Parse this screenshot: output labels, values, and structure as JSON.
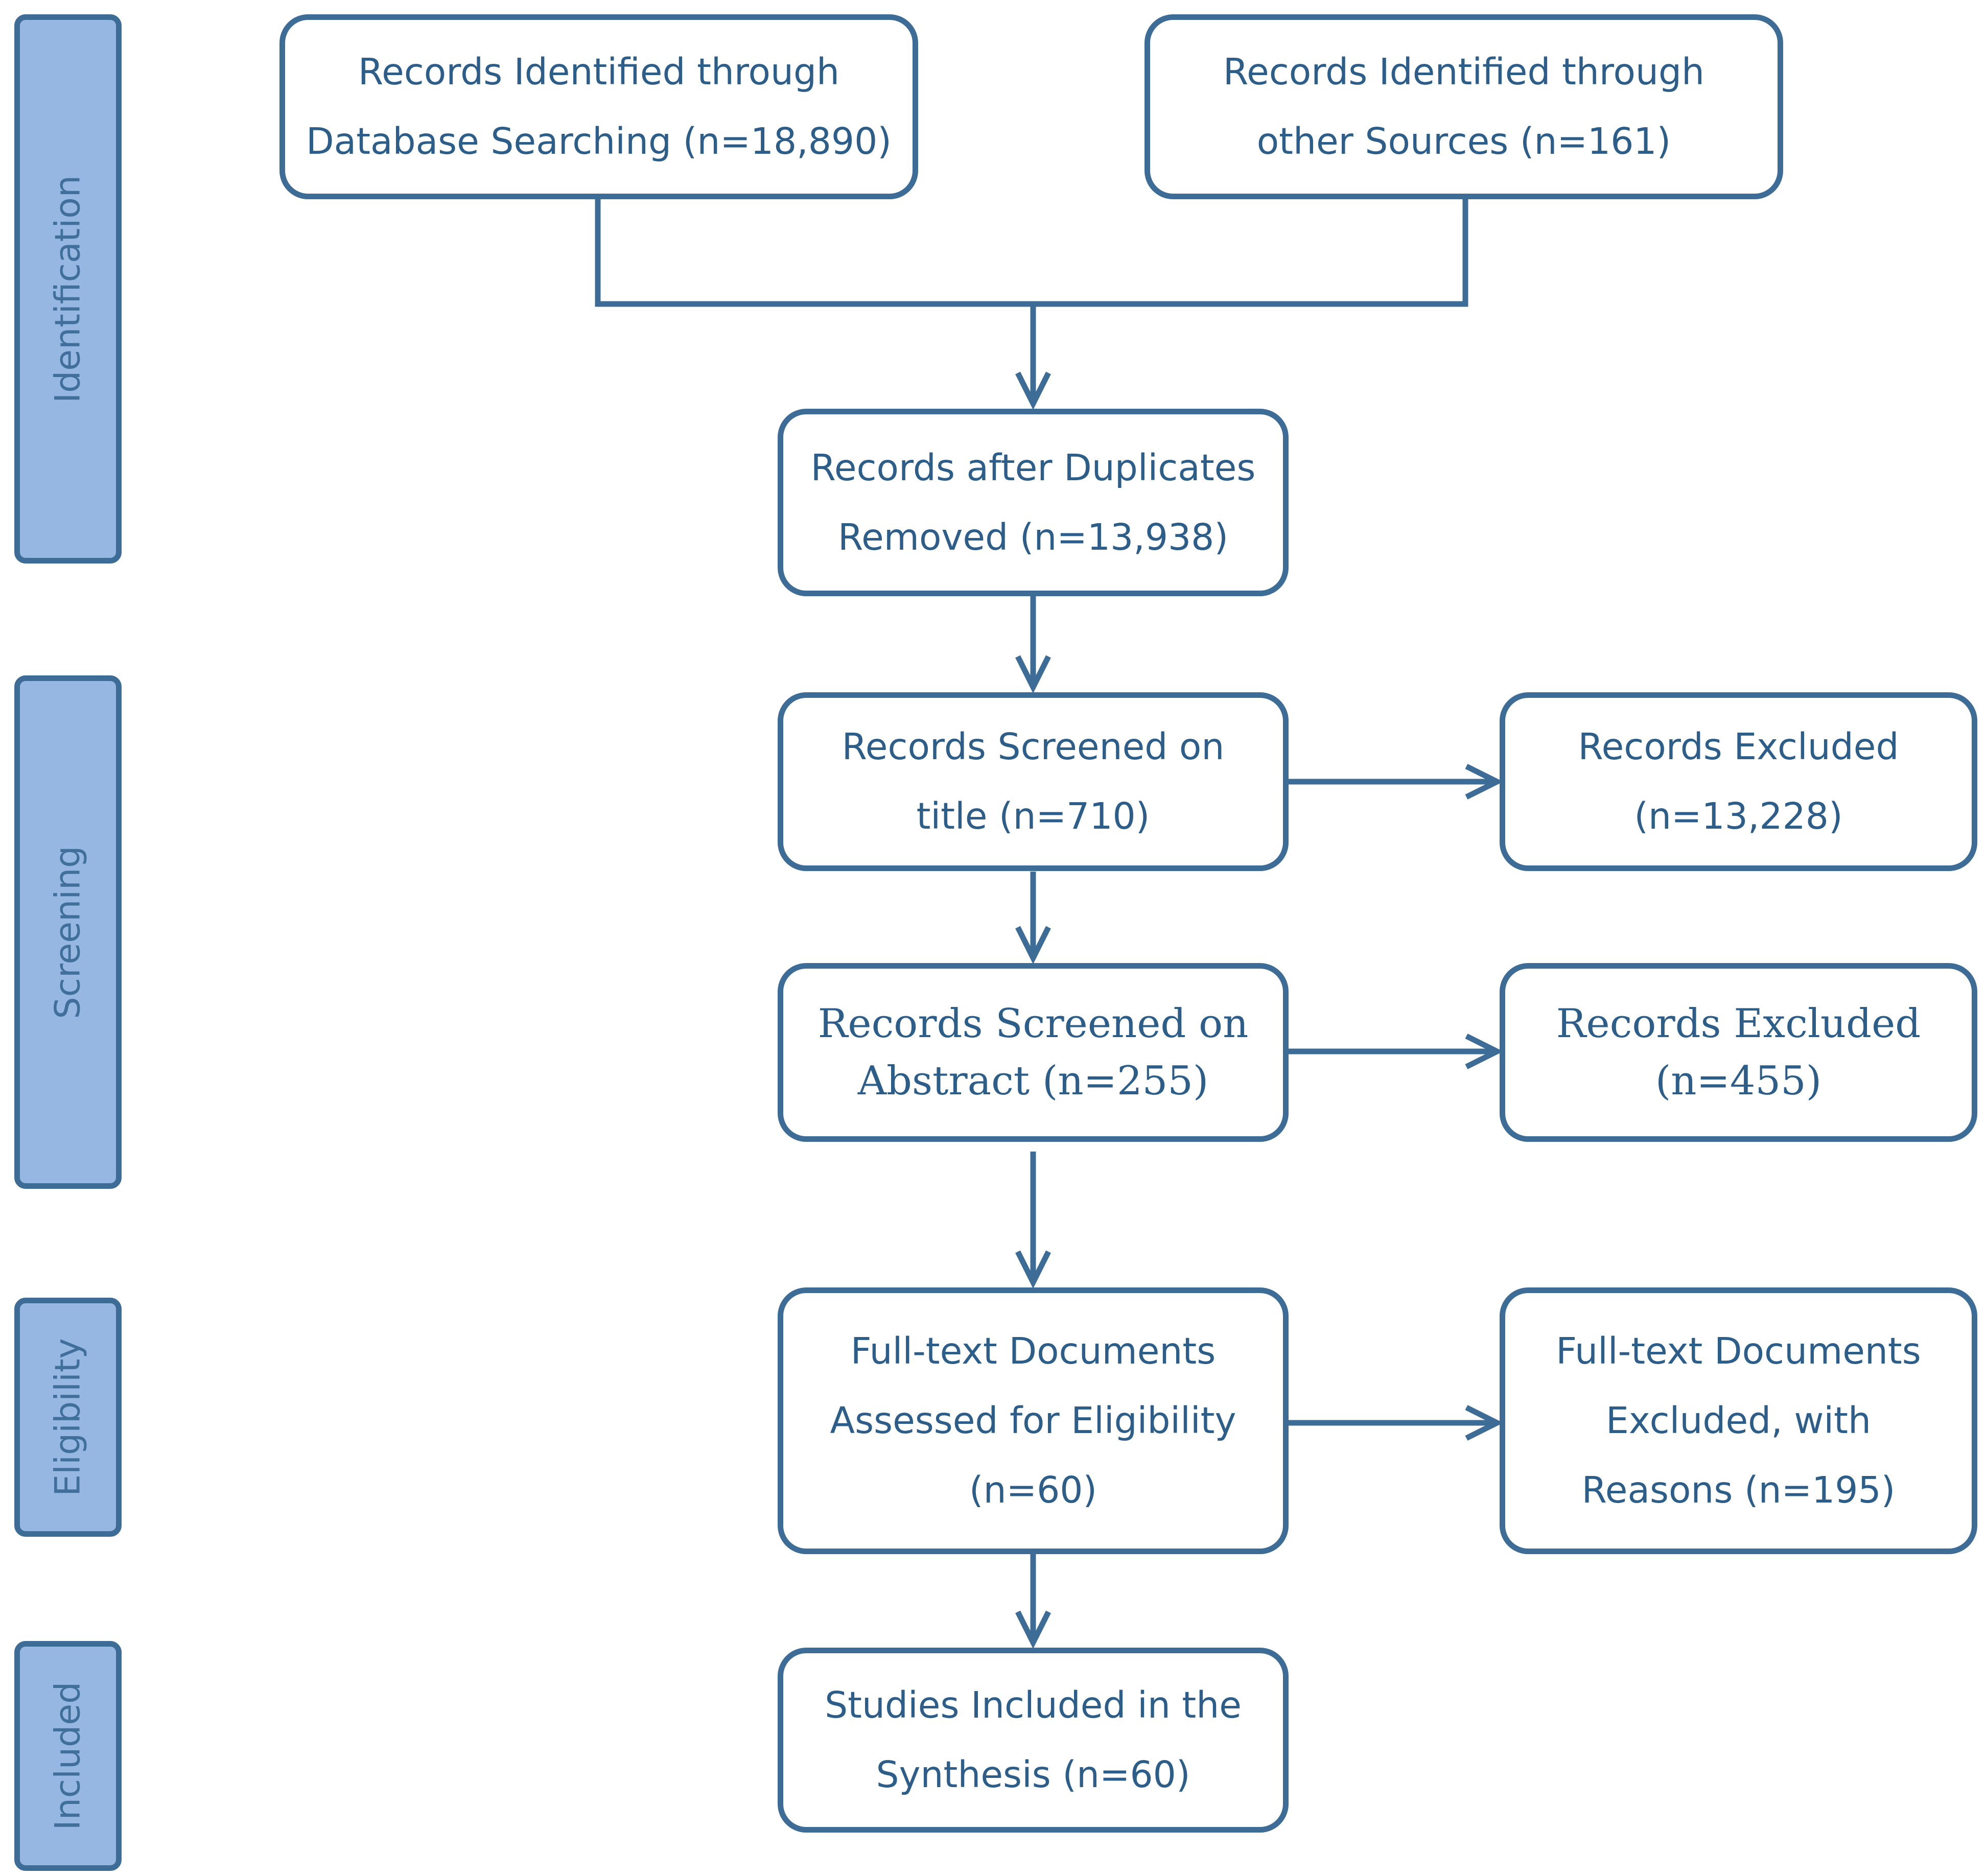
{
  "phases": [
    {
      "id": "identification",
      "label": "Identification"
    },
    {
      "id": "screening",
      "label": "Screening"
    },
    {
      "id": "eligibility",
      "label": "Eligibility"
    },
    {
      "id": "included",
      "label": "Included"
    }
  ],
  "boxes": {
    "database": {
      "lines": [
        "Records Identified through",
        "Database Searching (n=18,890)"
      ]
    },
    "other_sources": {
      "lines": [
        "Records Identified through",
        "other Sources (n=161)"
      ]
    },
    "duplicates_removed": {
      "lines": [
        "Records after Duplicates",
        "Removed (n=13,938)"
      ]
    },
    "screened_title": {
      "lines": [
        "Records Screened on",
        "title (n=710)"
      ]
    },
    "excluded_title": {
      "lines": [
        "Records Excluded",
        "(n=13,228)"
      ]
    },
    "screened_abstract": {
      "lines": [
        "Records Screened on",
        "Abstract (n=255)"
      ]
    },
    "excluded_abstract": {
      "lines": [
        "Records Excluded",
        "(n=455)"
      ]
    },
    "fulltext_assessed": {
      "lines": [
        "Full-text Documents",
        "Assessed for Eligibility",
        "(n=60)"
      ]
    },
    "fulltext_excluded": {
      "lines": [
        "Full-text Documents",
        "Excluded, with",
        "Reasons (n=195)"
      ]
    },
    "included_synthesis": {
      "lines": [
        "Studies Included in the",
        "Synthesis (n=60)"
      ]
    }
  },
  "colors": {
    "stroke": "#3d6c96",
    "text": "#2d5e8a",
    "phase_fill": "#95b7e2",
    "phase_text": "#3f6f9a"
  }
}
